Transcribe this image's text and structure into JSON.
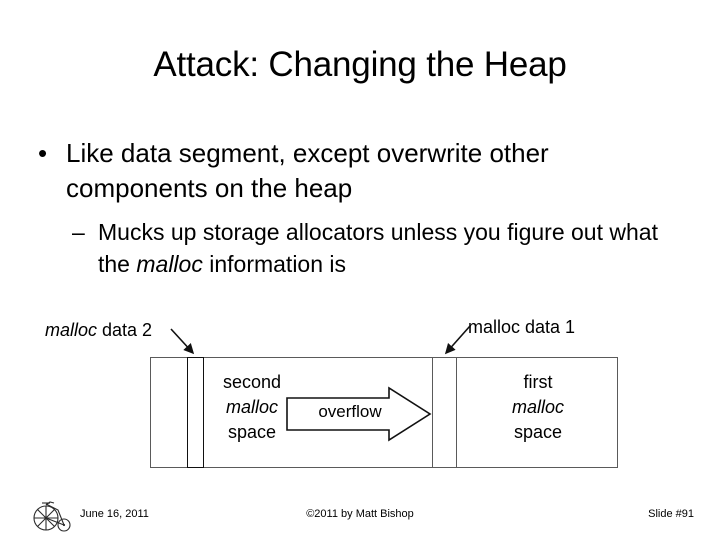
{
  "slide": {
    "title": "Attack: Changing the Heap",
    "bullets": [
      {
        "level": 1,
        "marker": "•",
        "text": "Like data segment, except overwrite other components on the heap"
      },
      {
        "level": 2,
        "marker": "–",
        "text_before": "Mucks up storage allocators unless you figure out what the ",
        "text_italic": "malloc",
        "text_after": " information is"
      }
    ]
  },
  "diagram": {
    "annotations": [
      {
        "id": "malloc-data-2",
        "italic_part": "malloc",
        "plain_part": " data 2",
        "arrow": "down-right"
      },
      {
        "id": "malloc-data-1",
        "italic_part": "",
        "plain_part": "malloc data 1",
        "arrow": "down-left"
      }
    ],
    "cells": [
      {
        "id": "pad-left",
        "label": ""
      },
      {
        "id": "malloc-header-2",
        "label": "",
        "highlighted": true
      },
      {
        "id": "second-malloc-space",
        "line1": "second",
        "line2": "malloc",
        "line3": "space",
        "italic_line": 2
      },
      {
        "id": "malloc-header-1",
        "label": ""
      },
      {
        "id": "first-malloc-space",
        "line1": "first",
        "line2": "malloc",
        "line3": "space",
        "italic_line": 2
      }
    ],
    "overflow_arrow_label": "overflow",
    "border_color": "#5a5a5a",
    "highlight_border_color": "#111111"
  },
  "footer": {
    "date": "June 16, 2011",
    "copyright": "©2011 by Matt Bishop",
    "slide_number": "Slide #91",
    "logo": "penny-farthing-bicycle-icon"
  }
}
